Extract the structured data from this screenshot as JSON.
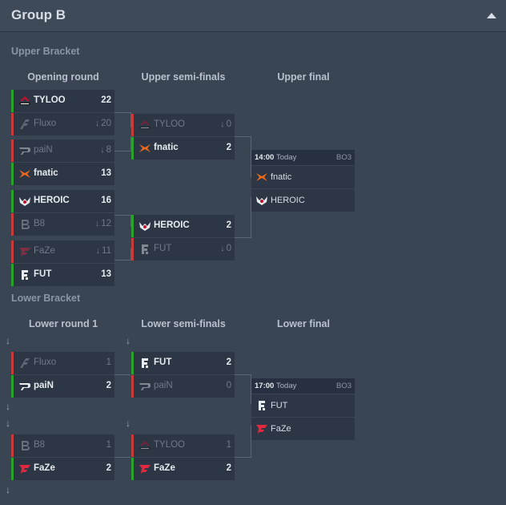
{
  "group_title": "Group B",
  "upper": {
    "label": "Upper Bracket",
    "rounds": [
      "Opening round",
      "Upper semi-finals",
      "Upper final"
    ],
    "opening": [
      [
        {
          "team": "TYLOO",
          "score": "22",
          "win": true,
          "logo": "tyloo"
        },
        {
          "team": "Fluxo",
          "score": "20",
          "win": false,
          "logo": "fluxo"
        }
      ],
      [
        {
          "team": "paiN",
          "score": "8",
          "win": false,
          "logo": "pain"
        },
        {
          "team": "fnatic",
          "score": "13",
          "win": true,
          "logo": "fnatic"
        }
      ],
      [
        {
          "team": "HEROIC",
          "score": "16",
          "win": true,
          "logo": "heroic"
        },
        {
          "team": "B8",
          "score": "12",
          "win": false,
          "logo": "b8"
        }
      ],
      [
        {
          "team": "FaZe",
          "score": "11",
          "win": false,
          "logo": "faze"
        },
        {
          "team": "FUT",
          "score": "13",
          "win": true,
          "logo": "fut"
        }
      ]
    ],
    "semis": [
      [
        {
          "team": "TYLOO",
          "score": "0",
          "win": false,
          "logo": "tyloo"
        },
        {
          "team": "fnatic",
          "score": "2",
          "win": true,
          "logo": "fnatic"
        }
      ],
      [
        {
          "team": "HEROIC",
          "score": "2",
          "win": true,
          "logo": "heroic"
        },
        {
          "team": "FUT",
          "score": "0",
          "win": false,
          "logo": "fut"
        }
      ]
    ],
    "final": {
      "time": "14:00",
      "day": "Today",
      "format": "BO3",
      "teams": [
        {
          "team": "fnatic",
          "logo": "fnatic"
        },
        {
          "team": "HEROIC",
          "logo": "heroic"
        }
      ]
    }
  },
  "lower": {
    "label": "Lower Bracket",
    "rounds": [
      "Lower round 1",
      "Lower semi-finals",
      "Lower final"
    ],
    "round1": [
      [
        {
          "team": "Fluxo",
          "score": "1",
          "win": false,
          "logo": "fluxo"
        },
        {
          "team": "paiN",
          "score": "2",
          "win": true,
          "logo": "pain"
        }
      ],
      [
        {
          "team": "B8",
          "score": "1",
          "win": false,
          "logo": "b8"
        },
        {
          "team": "FaZe",
          "score": "2",
          "win": true,
          "logo": "faze"
        }
      ]
    ],
    "semis": [
      [
        {
          "team": "FUT",
          "score": "2",
          "win": true,
          "logo": "fut"
        },
        {
          "team": "paiN",
          "score": "0",
          "win": false,
          "logo": "pain"
        }
      ],
      [
        {
          "team": "TYLOO",
          "score": "1",
          "win": false,
          "logo": "tyloo"
        },
        {
          "team": "FaZe",
          "score": "2",
          "win": true,
          "logo": "faze"
        }
      ]
    ],
    "final": {
      "time": "17:00",
      "day": "Today",
      "format": "BO3",
      "teams": [
        {
          "team": "FUT",
          "logo": "fut"
        },
        {
          "team": "FaZe",
          "logo": "faze"
        }
      ]
    }
  },
  "colors": {
    "win": "#29a329",
    "lose": "#c73b3b",
    "fnatic": "#f26b1d",
    "faze": "#e0293e",
    "tyloo": "#c8102e"
  }
}
